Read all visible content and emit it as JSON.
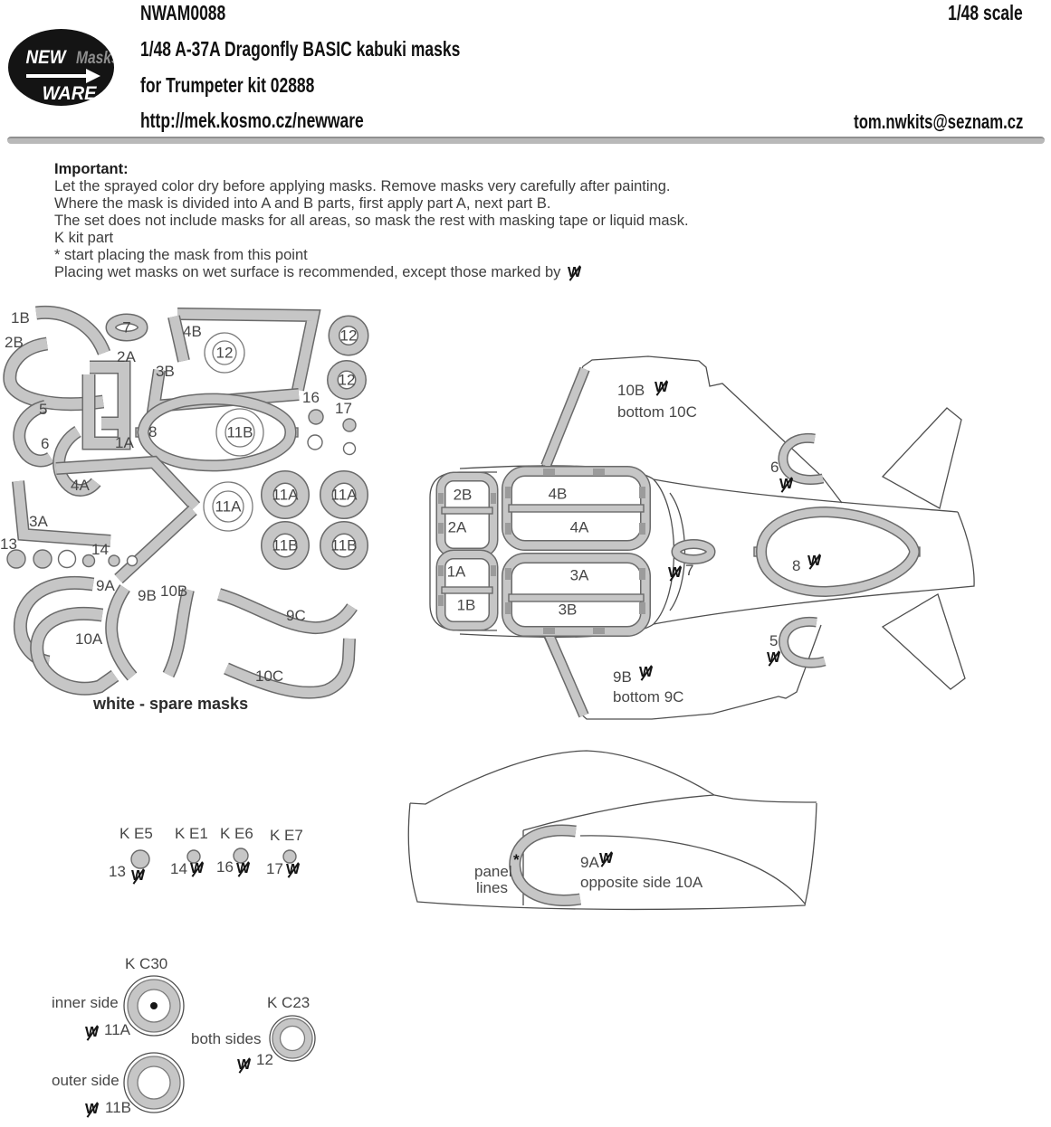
{
  "colors": {
    "mask_gray": "#c6c6c6",
    "mask_edge": "#6a6a6a",
    "drawing_line": "#4f4f4f",
    "label_text": "#474747",
    "logo_bg": "#141414"
  },
  "symbols": {
    "wet": "W",
    "star": "*"
  },
  "header": {
    "product_code": "NWAM0088",
    "scale": "1/48 scale",
    "title": "1/48  A-37A Dragonfly BASIC kabuki masks",
    "subtitle": "for Trumpeter kit 02888",
    "website": "http://mek.kosmo.cz/newware",
    "email": "tom.nwkits@seznam.cz",
    "logo": {
      "new": "NEW",
      "masks": "Masks",
      "ware": "WARE"
    }
  },
  "important": {
    "heading": "Important:",
    "lines": [
      "Let the sprayed color dry before applying masks. Remove masks very carefully after painting.",
      "Where the mask is divided into A and B parts, first apply part A, next part B.",
      "The set does not include masks for all areas, so mask the rest with masking tape or liquid mask.",
      "K kit part",
      "*  start placing the mask from this point"
    ],
    "last_line": "Placing wet masks on wet surface is recommended, except those marked by"
  },
  "sheet": {
    "labels": {
      "l1B": "1B",
      "l2B": "2B",
      "l2A": "2A",
      "l3B": "3B",
      "l4B": "4B",
      "l7": "7",
      "l12frame": "12",
      "l12a": "12",
      "l12b": "12",
      "l16": "16",
      "l17": "17",
      "l5": "5",
      "l6": "6",
      "l1A": "1A",
      "l8": "8",
      "l11Btd": "11B",
      "l4A": "4A",
      "l3A": "3A",
      "l11Aout": "11A",
      "l11Aa": "11A",
      "l11Ab": "11A",
      "l11Ba": "11B",
      "l11Bb": "11B",
      "l13": "13",
      "l14": "14",
      "l9A": "9A",
      "l9B": "9B",
      "l10B": "10B",
      "l10A": "10A",
      "l9C": "9C",
      "l10C": "10C"
    },
    "footnote": "white - spare masks"
  },
  "top_view": {
    "labels": {
      "wing_top": "10B",
      "wing_top_bottom": "bottom 10C",
      "intake_top": "6",
      "canopy_oval": "7",
      "spine": "8",
      "intake_bottom": "5",
      "wing_bottom": "9B",
      "wing_bottom_under": "bottom 9C",
      "w2B": "2B",
      "w2A": "2A",
      "w1A": "1A",
      "w1B": "1B",
      "w4B": "4B",
      "w4A": "4A",
      "w3A": "3A",
      "w3B": "3B"
    }
  },
  "side_view": {
    "labels": {
      "panel": "panel",
      "lines": "lines",
      "mask": "9A",
      "opposite": "opposite side 10A"
    }
  },
  "kit_parts": {
    "e5": {
      "part": "K E5",
      "mask": "13"
    },
    "e1": {
      "part": "K E1",
      "mask": "14"
    },
    "e6": {
      "part": "K E6",
      "mask": "16"
    },
    "e7": {
      "part": "K E7",
      "mask": "17"
    }
  },
  "wheels": {
    "c30": {
      "part": "K C30",
      "inner": "inner side",
      "inner_mask": "11A",
      "outer": "outer side",
      "outer_mask": "11B"
    },
    "c23": {
      "part": "K C23",
      "side": "both sides",
      "mask": "12"
    }
  }
}
